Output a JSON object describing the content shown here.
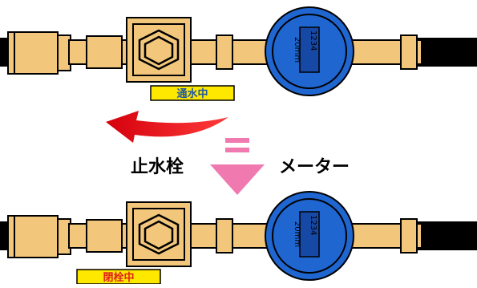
{
  "top_assembly": {
    "valve_status": "通水中",
    "meter_number": "1234",
    "meter_size": "20mm"
  },
  "bottom_assembly": {
    "valve_status": "閉栓中",
    "meter_number": "1234",
    "meter_size": "20mm"
  },
  "labels": {
    "valve": "止水栓",
    "meter": "メーター"
  },
  "colors": {
    "pipe": "#000000",
    "brass": "#f3c77b",
    "meter_blue": "#1f66d1",
    "meter_dark": "#1648a6",
    "status_yellow": "#ffe800",
    "status_text_top": "#1f56a6",
    "status_text_bottom": "#e02020",
    "red_arrow": "#e60012",
    "pink_arrow": "#f07ab0"
  }
}
